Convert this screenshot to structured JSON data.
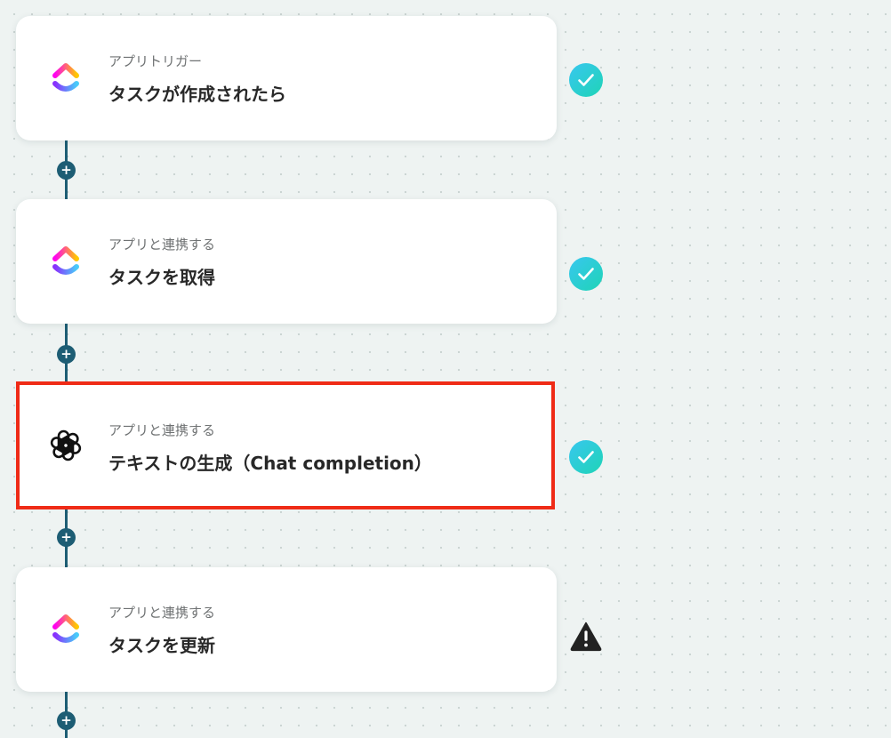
{
  "colors": {
    "connector": "#1d5d74",
    "success_start": "#38c7ef",
    "success_end": "#1fd4b6",
    "warning": "#222222",
    "selected_border": "#ef2b17"
  },
  "steps": [
    {
      "app_icon": "clickup-icon",
      "type_label": "アプリトリガー",
      "title": "タスクが作成されたら",
      "status": "success-check-icon"
    },
    {
      "app_icon": "clickup-icon",
      "type_label": "アプリと連携する",
      "title": "タスクを取得",
      "status": "success-check-icon"
    },
    {
      "app_icon": "openai-icon",
      "type_label": "アプリと連携する",
      "title": "テキストの生成（Chat completion）",
      "status": "success-check-icon",
      "selected": true
    },
    {
      "app_icon": "clickup-icon",
      "type_label": "アプリと連携する",
      "title": "タスクを更新",
      "status": "warning-icon"
    }
  ],
  "add_step_symbol": "+"
}
